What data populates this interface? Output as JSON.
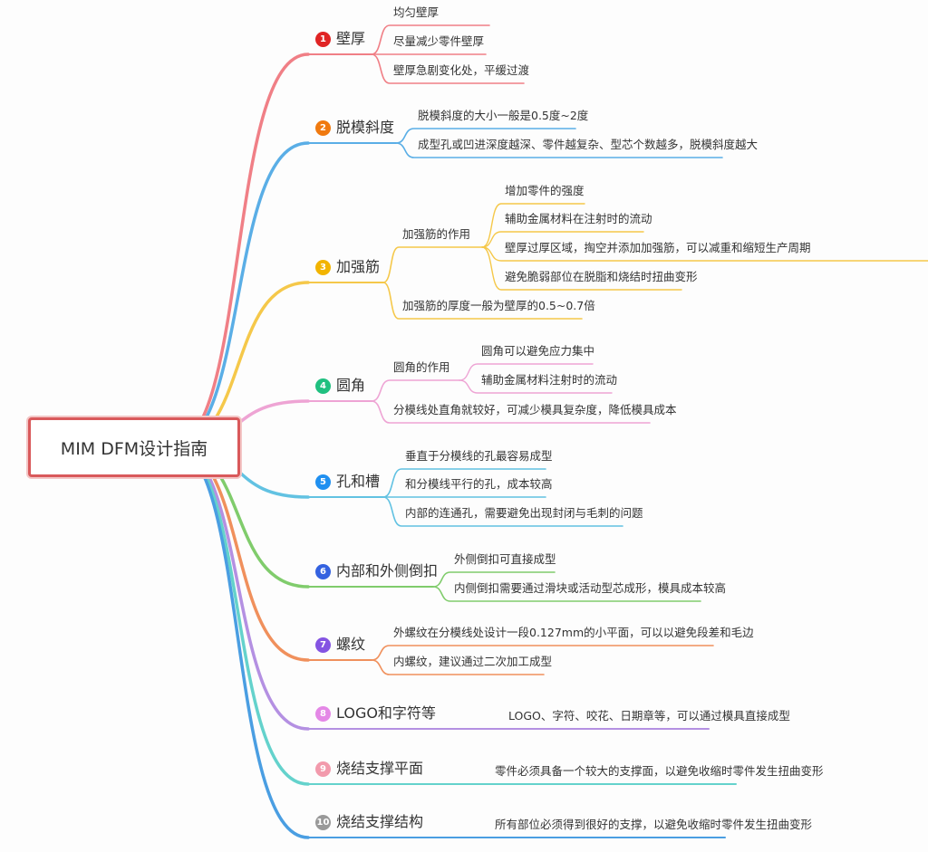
{
  "root": {
    "title": "MIM DFM设计指南"
  },
  "topics": [
    {
      "num": "1",
      "label": "壁厚",
      "color": "#f07f86",
      "badge": "#e02424",
      "children": [
        {
          "label": "均匀壁厚"
        },
        {
          "label": "尽量减少零件壁厚"
        },
        {
          "label": "壁厚急剧变化处，平缓过渡"
        }
      ]
    },
    {
      "num": "2",
      "label": "脱模斜度",
      "color": "#5aaee6",
      "badge": "#f07a10",
      "children": [
        {
          "label": "脱模斜度的大小一般是0.5度~2度"
        },
        {
          "label": "成型孔或凹进深度越深、零件越复杂、型芯个数越多，脱模斜度越大"
        }
      ]
    },
    {
      "num": "3",
      "label": "加强筋",
      "color": "#f5c84a",
      "badge": "#f2b400",
      "children": [
        {
          "label": "加强筋的作用",
          "children": [
            {
              "label": "增加零件的强度"
            },
            {
              "label": "辅助金属材料在注射时的流动"
            },
            {
              "label": "壁厚过厚区域，掏空并添加加强筋，可以减重和缩短生产周期"
            },
            {
              "label": "避免脆弱部位在脱脂和烧结时扭曲变形"
            }
          ]
        },
        {
          "label": "加强筋的厚度一般为壁厚的0.5~0.7倍"
        }
      ]
    },
    {
      "num": "4",
      "label": "圆角",
      "color": "#eea4d4",
      "badge": "#20c080",
      "children": [
        {
          "label": "圆角的作用",
          "children": [
            {
              "label": "圆角可以避免应力集中"
            },
            {
              "label": "辅助金属材料注射时的流动"
            }
          ]
        },
        {
          "label": "分模线处直角就较好，可减少模具复杂度，降低模具成本"
        }
      ]
    },
    {
      "num": "5",
      "label": "孔和槽",
      "color": "#62c2e2",
      "badge": "#2090f0",
      "children": [
        {
          "label": "垂直于分模线的孔最容易成型"
        },
        {
          "label": "和分模线平行的孔，成本较高"
        },
        {
          "label": "内部的连通孔，需要避免出现封闭与毛刺的问题"
        }
      ]
    },
    {
      "num": "6",
      "label": "内部和外侧倒扣",
      "color": "#80cc6c",
      "badge": "#3462e0",
      "children": [
        {
          "label": "外侧倒扣可直接成型"
        },
        {
          "label": "内侧倒扣需要通过滑块或活动型芯成形，模具成本较高"
        }
      ]
    },
    {
      "num": "7",
      "label": "螺纹",
      "color": "#f0905c",
      "badge": "#8454e2",
      "children": [
        {
          "label": "外螺纹在分模线处设计一段0.127mm的小平面，可以以避免段差和毛边"
        },
        {
          "label": "内螺纹，建议通过二次加工成型"
        }
      ]
    },
    {
      "num": "8",
      "label": "LOGO和字符等",
      "color": "#b490e2",
      "badge": "#e488e6",
      "children": [
        {
          "label": "LOGO、字符、咬花、日期章等，可以通过模具直接成型"
        }
      ]
    },
    {
      "num": "9",
      "label": "烧结支撑平面",
      "color": "#64d2cc",
      "badge": "#f29aac",
      "children": [
        {
          "label": "零件必须具备一个较大的支撑面，以避免收缩时零件发生扭曲变形"
        }
      ]
    },
    {
      "num": "10",
      "label": "烧结支撑结构",
      "color": "#4a9ee2",
      "badge": "#999999",
      "children": [
        {
          "label": "所有部位必须得到很好的支撑，以避免收缩时零件发生扭曲变形"
        }
      ]
    }
  ]
}
